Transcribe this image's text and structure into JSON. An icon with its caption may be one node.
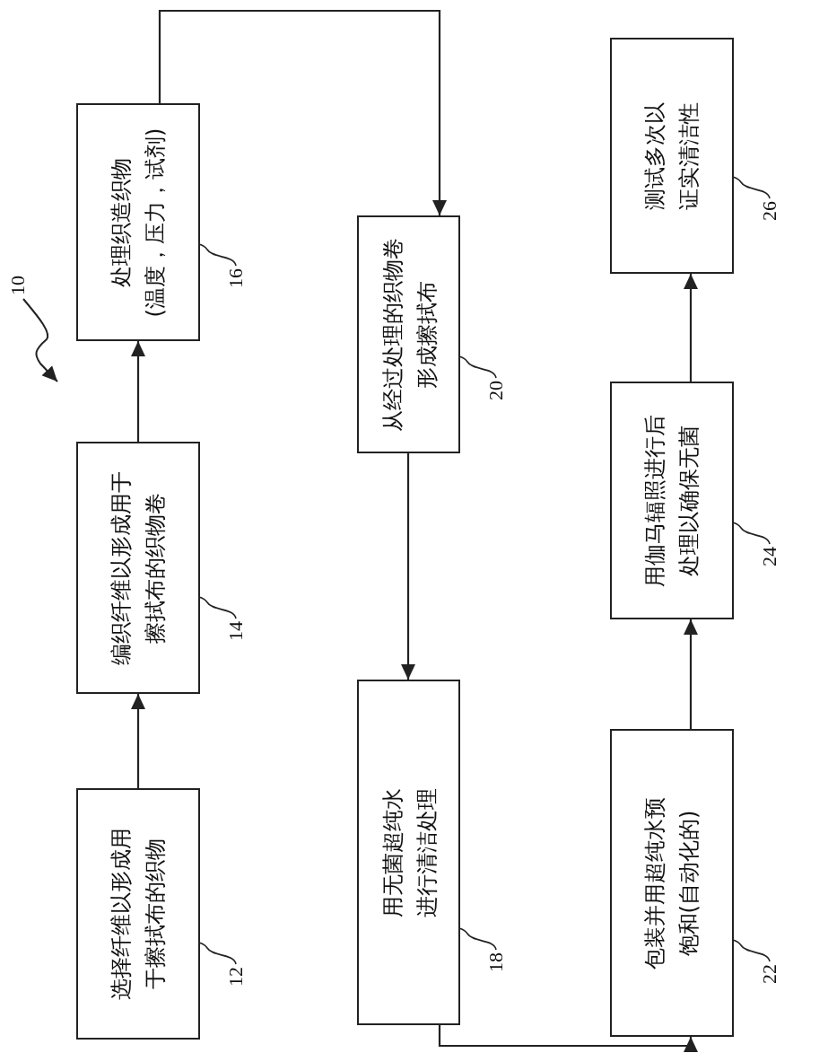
{
  "diagram": {
    "nodes": [
      {
        "text": [
          "选择纤维以形成用于擦拭布的织物"
        ]
      },
      {
        "text": [
          "编织纤维以形成用于擦拭布的织物卷"
        ]
      },
      {
        "text": [
          "处理织造织物",
          "(温度，压力，试剂)"
        ]
      },
      {
        "text": [
          "从经过处理的织物卷形成擦拭布"
        ]
      },
      {
        "text": [
          "用无菌超纯水进行清洁处理"
        ]
      },
      {
        "text": [
          "包装并用超纯水预饱和(自动化的)"
        ]
      },
      {
        "text": [
          "用伽马辐照进行后处理以确保无菌"
        ]
      },
      {
        "text": [
          "测试多次以证实清洁性"
        ]
      },
      {
        "text": [
          "12"
        ]
      },
      {
        "text": [
          "14"
        ]
      },
      {
        "text": [
          "16"
        ]
      },
      {
        "text": [
          "20"
        ]
      },
      {
        "text": [
          "18"
        ]
      },
      {
        "text": [
          "22"
        ]
      },
      {
        "text": [
          "24"
        ]
      },
      {
        "text": [
          "26"
        ]
      }
    ],
    "edges": [
      {
        "from": 0,
        "to": 1,
        "arrow": "to"
      },
      {
        "from": 1,
        "to": 2,
        "arrow": "to"
      },
      {
        "from": 2,
        "to": 3,
        "arrow": "to"
      },
      {
        "from": 3,
        "to": 4,
        "arrow": "to"
      },
      {
        "from": 4,
        "to": 5,
        "arrow": "to"
      },
      {
        "from": 5,
        "to": 6,
        "arrow": "to"
      },
      {
        "from": 6,
        "to": 7,
        "arrow": "to"
      },
      {
        "from": 8,
        "to": 0,
        "arrow": "none"
      },
      {
        "from": 9,
        "to": 1,
        "arrow": "none"
      },
      {
        "from": 10,
        "to": 2,
        "arrow": "none"
      },
      {
        "from": 11,
        "to": 3,
        "arrow": "none"
      },
      {
        "from": 12,
        "to": 4,
        "arrow": "none"
      },
      {
        "from": 13,
        "to": 5,
        "arrow": "none"
      },
      {
        "from": 14,
        "to": 6,
        "arrow": "none"
      },
      {
        "from": 15,
        "to": 7,
        "arrow": "none"
      }
    ],
    "labels": [
      "10"
    ]
  }
}
